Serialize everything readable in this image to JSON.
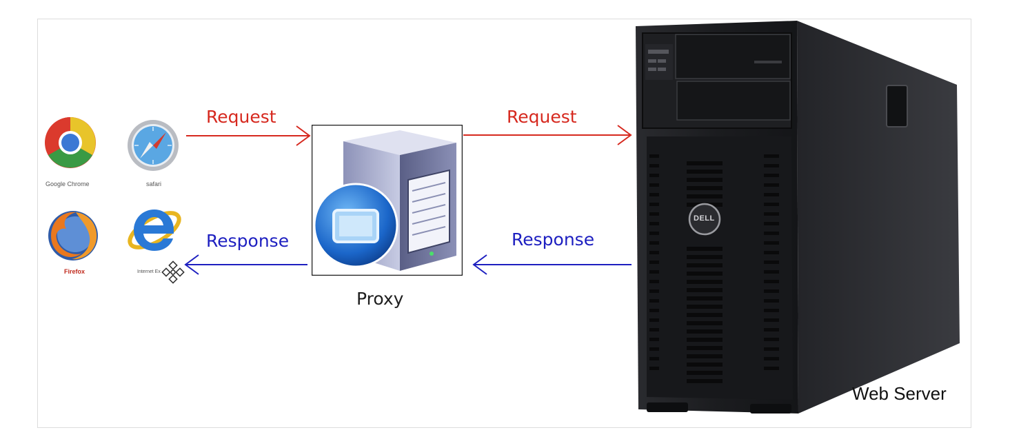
{
  "diagram": {
    "request_left": "Request",
    "request_right": "Request",
    "response_left": "Response",
    "response_right": "Response",
    "proxy_label": "Proxy",
    "server_label": "Web Server",
    "server_brand": "DELL"
  },
  "browsers": [
    {
      "name": "Google Chrome",
      "icon": "chrome-icon"
    },
    {
      "name": "safari",
      "icon": "safari-icon"
    },
    {
      "name": "Firefox",
      "icon": "firefox-icon"
    },
    {
      "name": "Internet Ex",
      "icon": "internet-explorer-icon"
    }
  ],
  "colors": {
    "request": "#d6281e",
    "response": "#1d1fc0",
    "server_body": "#1c1d20"
  }
}
